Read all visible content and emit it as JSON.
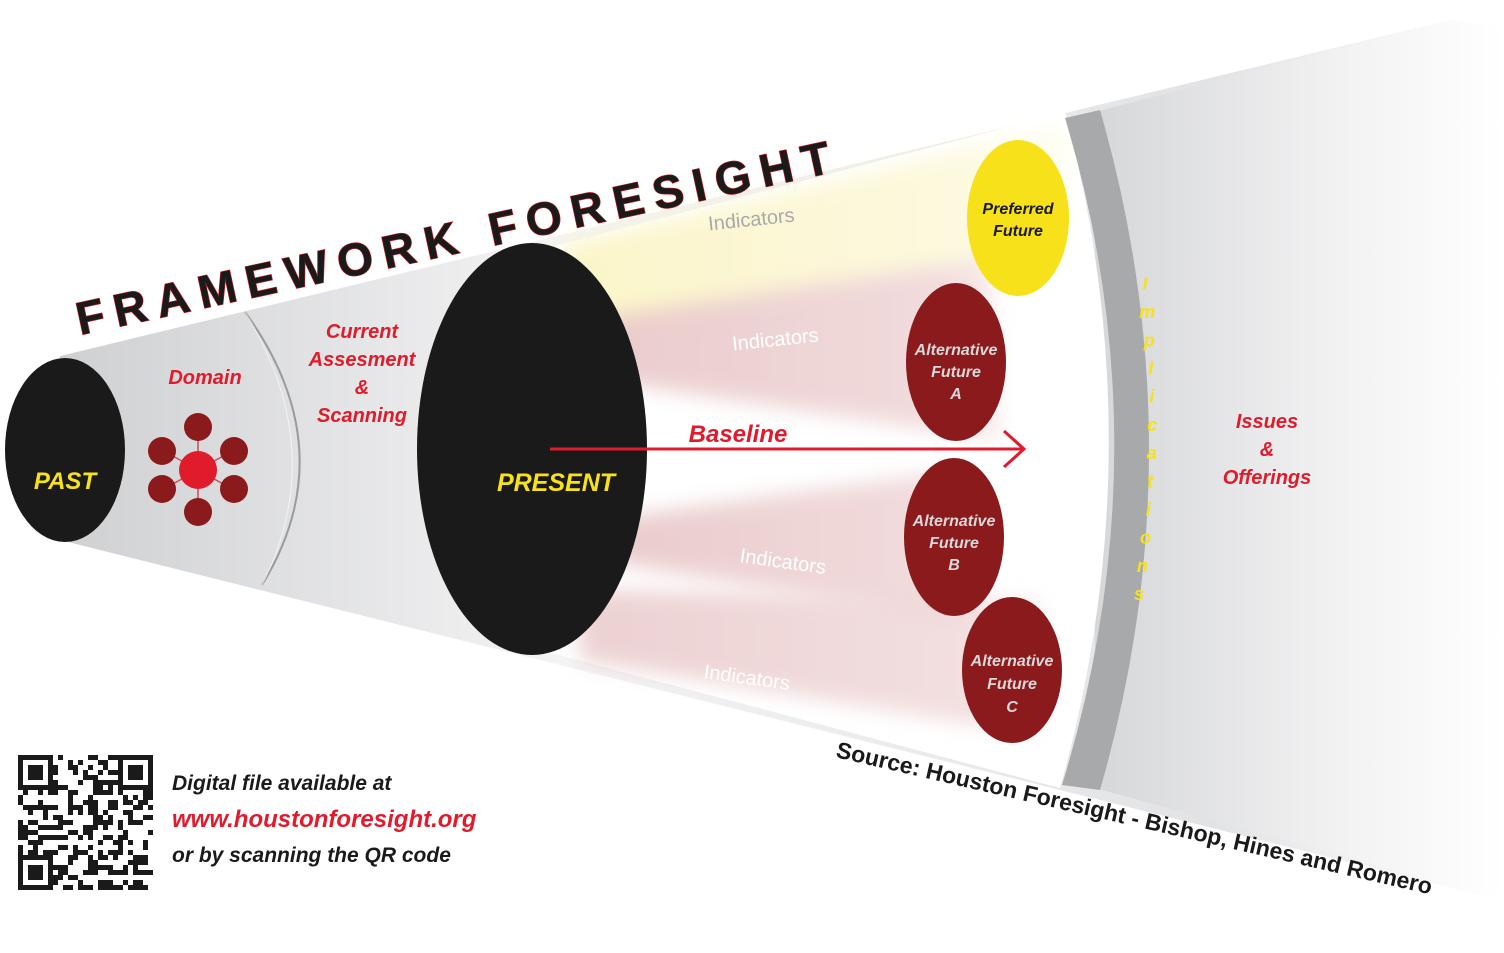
{
  "title": "FRAMEWORK FORESIGHT",
  "past": {
    "label": "PAST"
  },
  "domain": {
    "label": "Domain"
  },
  "assessment": {
    "line1": "Current",
    "line2": "Assesment",
    "line3": "&",
    "line4": "Scanning"
  },
  "present": {
    "label": "PRESENT"
  },
  "baseline": {
    "label": "Baseline"
  },
  "indicators": [
    "Indicators",
    "Indicators",
    "Indicators",
    "Indicators"
  ],
  "preferred": {
    "line1": "Preferred",
    "line2": "Future"
  },
  "alternatives": [
    {
      "line1": "Alternative",
      "line2": "Future",
      "line3": "A"
    },
    {
      "line1": "Alternative",
      "line2": "Future",
      "line3": "B"
    },
    {
      "line1": "Alternative",
      "line2": "Future",
      "line3": "C"
    }
  ],
  "implications": {
    "letters": [
      "I",
      "m",
      "p",
      "l",
      "i",
      "c",
      "a",
      "t",
      "i",
      "o",
      "n",
      "s"
    ]
  },
  "issues": {
    "line1": "Issues",
    "line2": "&",
    "line3": "Offerings"
  },
  "source": {
    "text": "Source: Houston Foresight - Bishop, Hines and Romero"
  },
  "footer": {
    "line1": "Digital file available at",
    "url": "www.houstonforesight.org",
    "line3": "or by scanning the QR code"
  },
  "colors": {
    "black": "#1a1a1a",
    "red": "#e01b2c",
    "darkred": "#8b1a1c",
    "yellow": "#f7e11a",
    "gray": "#a8a9ab"
  }
}
